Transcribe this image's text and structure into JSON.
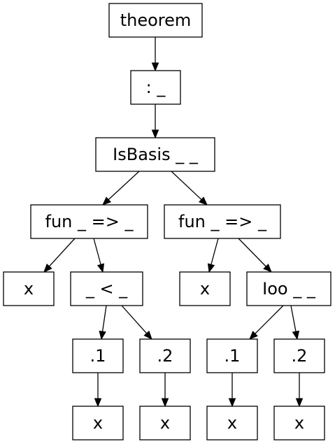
{
  "colors": {
    "stroke": "#000000",
    "background": "#ffffff"
  },
  "tree": {
    "nodes": [
      {
        "id": "n0",
        "label": "theorem"
      },
      {
        "id": "n1",
        "label": ": _"
      },
      {
        "id": "n2",
        "label": "IsBasis _ _"
      },
      {
        "id": "n3",
        "label": "fun _ => _"
      },
      {
        "id": "n4",
        "label": "fun _ => _"
      },
      {
        "id": "n5",
        "label": "x"
      },
      {
        "id": "n6",
        "label": "_ < _"
      },
      {
        "id": "n7",
        "label": "x"
      },
      {
        "id": "n8",
        "label": "Ioo _ _"
      },
      {
        "id": "n9",
        "label": ".1"
      },
      {
        "id": "n10",
        "label": ".2"
      },
      {
        "id": "n11",
        "label": ".1"
      },
      {
        "id": "n12",
        "label": ".2"
      },
      {
        "id": "n13",
        "label": "x"
      },
      {
        "id": "n14",
        "label": "x"
      },
      {
        "id": "n15",
        "label": "x"
      },
      {
        "id": "n16",
        "label": "x"
      }
    ],
    "edges": [
      {
        "from": "n0",
        "to": "n1"
      },
      {
        "from": "n1",
        "to": "n2"
      },
      {
        "from": "n2",
        "to": "n3"
      },
      {
        "from": "n2",
        "to": "n4"
      },
      {
        "from": "n3",
        "to": "n5"
      },
      {
        "from": "n3",
        "to": "n6"
      },
      {
        "from": "n4",
        "to": "n7"
      },
      {
        "from": "n4",
        "to": "n8"
      },
      {
        "from": "n6",
        "to": "n9"
      },
      {
        "from": "n6",
        "to": "n10"
      },
      {
        "from": "n8",
        "to": "n11"
      },
      {
        "from": "n8",
        "to": "n12"
      },
      {
        "from": "n9",
        "to": "n13"
      },
      {
        "from": "n10",
        "to": "n14"
      },
      {
        "from": "n11",
        "to": "n15"
      },
      {
        "from": "n12",
        "to": "n16"
      }
    ]
  }
}
